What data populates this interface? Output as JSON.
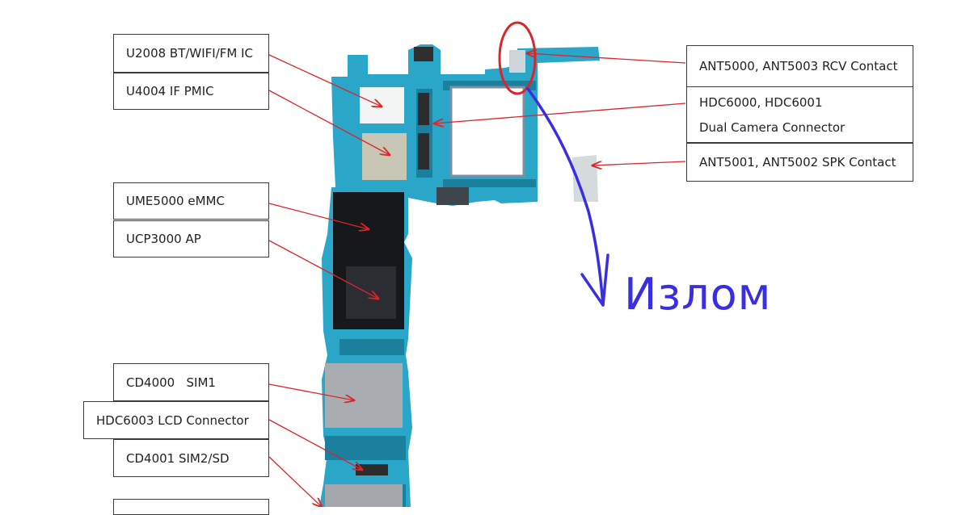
{
  "labels_left": [
    {
      "id": "u2008",
      "text": "U2008 BT/WIFI/FM IC"
    },
    {
      "id": "u4004",
      "text": "U4004 IF PMIC"
    },
    {
      "id": "ume5000",
      "text": "UME5000 eMMC"
    },
    {
      "id": "ucp3000",
      "text": "UCP3000 AP"
    },
    {
      "id": "cd4000",
      "text": "CD4000   SIM1"
    },
    {
      "id": "hdc6003",
      "text": "HDC6003 LCD Connector"
    },
    {
      "id": "cd4001",
      "text": "CD4001 SIM2/SD"
    }
  ],
  "labels_right": {
    "ant5000": {
      "prefix": "ANT5000, ANT5003 ",
      "highlight": "RCV Contact"
    },
    "hdc6000": {
      "line1": "HDC6000, HDC6001",
      "line2": "Dual Camera Connector"
    },
    "ant5001": {
      "text": "ANT5001, ANT5002 SPK Contact"
    }
  },
  "annotation": {
    "text": "Излом"
  },
  "colors": {
    "pcb": "#2aa6c8",
    "pcb_dark": "#1b7f9e",
    "callout_arrow": "#d8262a",
    "highlight_ellipse": "#d8262a",
    "annotation": "#3a2fe0"
  }
}
